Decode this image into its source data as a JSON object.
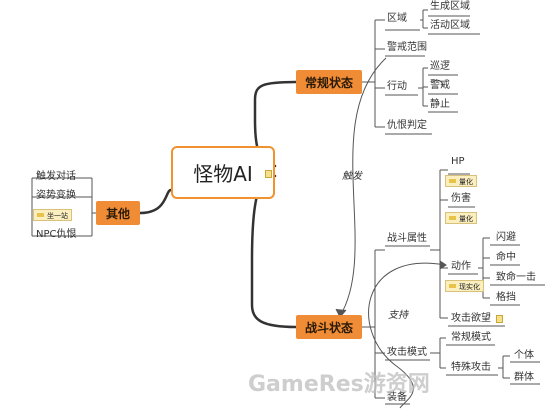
{
  "center": {
    "title": "怪物AI"
  },
  "branches": {
    "normal": {
      "label": "常规状态",
      "area": {
        "label": "区域",
        "children": [
          "生成区域",
          "活动区域"
        ]
      },
      "alert_range": "警戒范围",
      "action": {
        "label": "行动",
        "children": [
          "巡逻",
          "警戒",
          "静止"
        ]
      },
      "hate": "仇恨判定"
    },
    "combat": {
      "label": "战斗状态",
      "attributes": {
        "label": "战斗属性",
        "hp": "HP",
        "damage": "伤害",
        "quantify_tag": "量化",
        "action": {
          "label": "动作",
          "children": [
            "闪避",
            "命中",
            "致命一击",
            "格挡"
          ]
        },
        "concretize_tag": "现实化",
        "attack_desire": "攻击欲望"
      },
      "attack_mode": {
        "label": "攻击模式",
        "normal": "常规模式",
        "special": "特殊攻击",
        "special_children": [
          "个体",
          "群体"
        ]
      },
      "equipment": "装备"
    },
    "other": {
      "label": "其他",
      "children": [
        "触发对话",
        "姿势变换",
        "NPC仇恨"
      ],
      "stand_tag": "坐一站"
    }
  },
  "relations": {
    "trigger": "触发",
    "support": "支持"
  },
  "watermark": "GameRes游资网"
}
